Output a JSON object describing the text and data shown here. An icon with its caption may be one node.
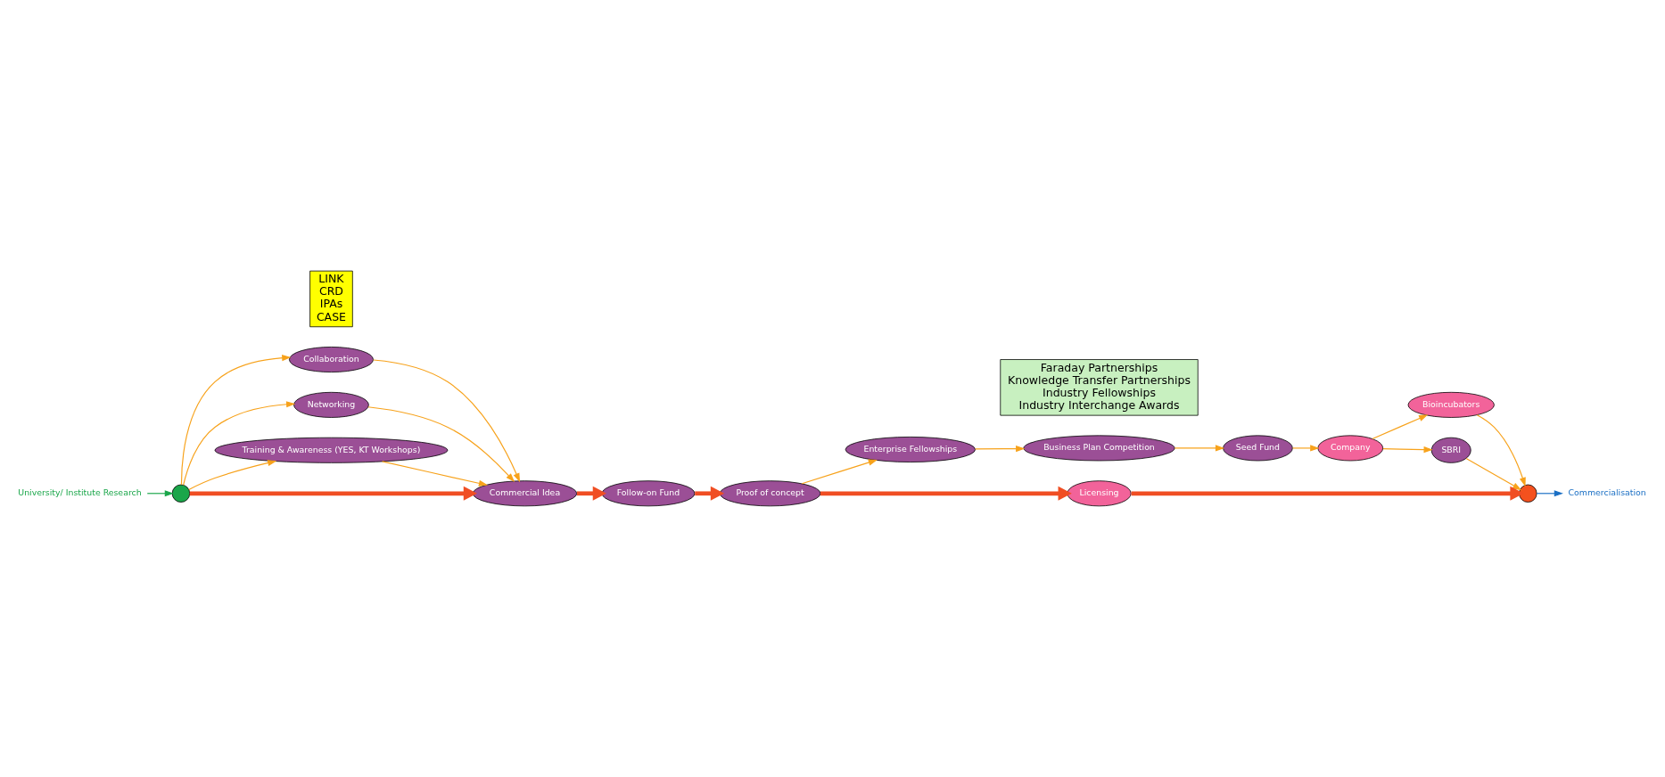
{
  "diagram": {
    "nodes": [
      {
        "text": [
          "University/ Institute Research"
        ]
      },
      {
        "text": [],
        "shape": "circle"
      },
      {
        "text": [
          "Collaboration"
        ]
      },
      {
        "text": [
          "Networking"
        ]
      },
      {
        "text": [
          "Training & Awareness (YES, KT Workshops)"
        ]
      },
      {
        "text": [
          "Commercial Idea"
        ]
      },
      {
        "text": [
          "Follow-on Fund"
        ]
      },
      {
        "text": [
          "Proof of concept"
        ]
      },
      {
        "text": [
          "Enterprise Fellowships"
        ]
      },
      {
        "text": [
          "Business Plan Competition"
        ]
      },
      {
        "text": [
          "Seed Fund"
        ]
      },
      {
        "text": [
          "Company"
        ]
      },
      {
        "text": [
          "Bioincubators"
        ]
      },
      {
        "text": [
          "SBRI"
        ]
      },
      {
        "text": [
          "Licensing"
        ]
      },
      {
        "text": [],
        "shape": "circle"
      },
      {
        "text": [
          "Commercialisation"
        ]
      },
      {
        "text": [
          "LINK",
          "CRD",
          "IPAs",
          "CASE"
        ]
      },
      {
        "text": [
          "Faraday Partnerships",
          "Knowledge Transfer Partnerships",
          "Industry Fellowships",
          "Industry Interchange Awards"
        ]
      }
    ],
    "edges": [
      {
        "from": 0,
        "to": 1,
        "arrow": "to",
        "color": "#1aa64a"
      },
      {
        "from": 1,
        "to": 2,
        "arrow": "to"
      },
      {
        "from": 2,
        "to": 5,
        "arrow": "to"
      },
      {
        "from": 1,
        "to": 5,
        "arrow": "to",
        "style": "thick",
        "color": "#f04e23"
      },
      {
        "from": 1,
        "to": 3,
        "arrow": "to"
      },
      {
        "from": 3,
        "to": 5,
        "arrow": "to"
      },
      {
        "from": 1,
        "to": 4,
        "arrow": "to"
      },
      {
        "from": 4,
        "to": 5,
        "arrow": "to"
      },
      {
        "from": 5,
        "to": 6,
        "arrow": "to",
        "style": "thick",
        "color": "#f04e23"
      },
      {
        "from": 6,
        "to": 7,
        "arrow": "to",
        "style": "thick",
        "color": "#f04e23"
      },
      {
        "from": 7,
        "to": 8,
        "arrow": "to"
      },
      {
        "from": 8,
        "to": 9,
        "arrow": "to"
      },
      {
        "from": 9,
        "to": 10,
        "arrow": "to"
      },
      {
        "from": 10,
        "to": 11,
        "arrow": "to"
      },
      {
        "from": 11,
        "to": 12,
        "arrow": "to"
      },
      {
        "from": 11,
        "to": 13,
        "arrow": "to"
      },
      {
        "from": 13,
        "to": 15,
        "arrow": "to"
      },
      {
        "from": 12,
        "to": 15,
        "arrow": "to"
      },
      {
        "from": 7,
        "to": 14,
        "arrow": "to",
        "style": "thick",
        "color": "#f04e23"
      },
      {
        "from": 14,
        "to": 15,
        "arrow": "to",
        "style": "thick",
        "color": "#f04e23"
      },
      {
        "from": 15,
        "to": 16,
        "arrow": "to",
        "color": "#1a6fc4"
      }
    ]
  }
}
